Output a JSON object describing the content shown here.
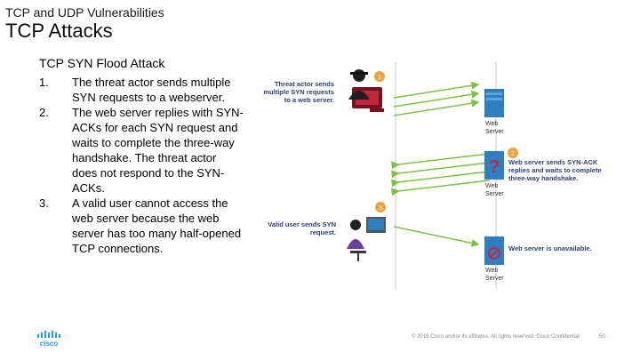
{
  "header": {
    "subtitle": "TCP and UDP Vulnerabilities",
    "title": "TCP Attacks"
  },
  "content": {
    "section_title": "TCP SYN Flood Attack",
    "steps": [
      {
        "num": "1.",
        "text": "The threat actor sends multiple SYN requests to a webserver."
      },
      {
        "num": "2.",
        "text": "The web server replies with SYN-ACKs for each SYN request and waits to complete the three-way handshake. The threat actor does not respond to the SYN-ACKs."
      },
      {
        "num": "3.",
        "text": "A valid user cannot access the web server because the web server has too many half-opened TCP connections."
      }
    ]
  },
  "diagram": {
    "callout_1": "Threat actor sends multiple SYN requests to a web server.",
    "callout_2": "Web server sends SYN-ACK replies and waits to complete three-way handshake.",
    "callout_3": "Valid user sends SYN request.",
    "callout_4": "Web server is unavailable.",
    "badge_1": "1",
    "badge_2": "2",
    "badge_3": "3",
    "server_label": "Web Server",
    "colors": {
      "arrow": "#7ec242",
      "badge": "#f0a23a",
      "callout": "#2f3e7a",
      "server": "#2d7fc1"
    }
  },
  "footer": {
    "copyright": "© 2016 Cisco and/or its affiliates. All rights reserved. Cisco Confidential",
    "page": "50"
  },
  "logo": {
    "text": "cisco",
    "color": "#1ba0d7"
  }
}
